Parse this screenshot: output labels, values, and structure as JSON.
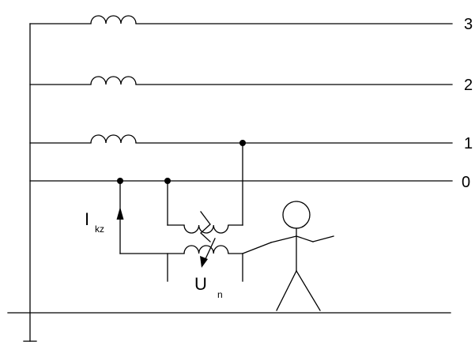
{
  "diagram": {
    "lines": [
      {
        "id": "3",
        "label": "3"
      },
      {
        "id": "2",
        "label": "2"
      },
      {
        "id": "1",
        "label": "1"
      },
      {
        "id": "0",
        "label": "0"
      }
    ],
    "current_label": {
      "main": "I",
      "sub": "kz"
    },
    "voltage_label": {
      "main": "U",
      "sub": "n"
    },
    "colors": {
      "stroke": "#000000",
      "background": "#ffffff"
    }
  }
}
